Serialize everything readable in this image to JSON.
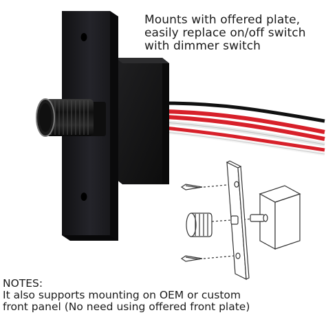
{
  "callout": {
    "line1": "Mounts with offered plate,",
    "line2": "easily replace on/off switch",
    "line3": "with dimmer switch"
  },
  "notes": {
    "heading": "NOTES:",
    "line1": "It also supports mounting on OEM or custom",
    "line2": "front panel (No need using offered front plate)"
  },
  "icons": [
    "dimmer-knob-icon",
    "mounting-screw-icon"
  ],
  "colors": {
    "plate": "#1c1c1e",
    "housing": "#161616",
    "wire_red": "#d7202a",
    "wire_black": "#111111",
    "wire_white": "#f2f2f2",
    "line_art": "#333333"
  }
}
